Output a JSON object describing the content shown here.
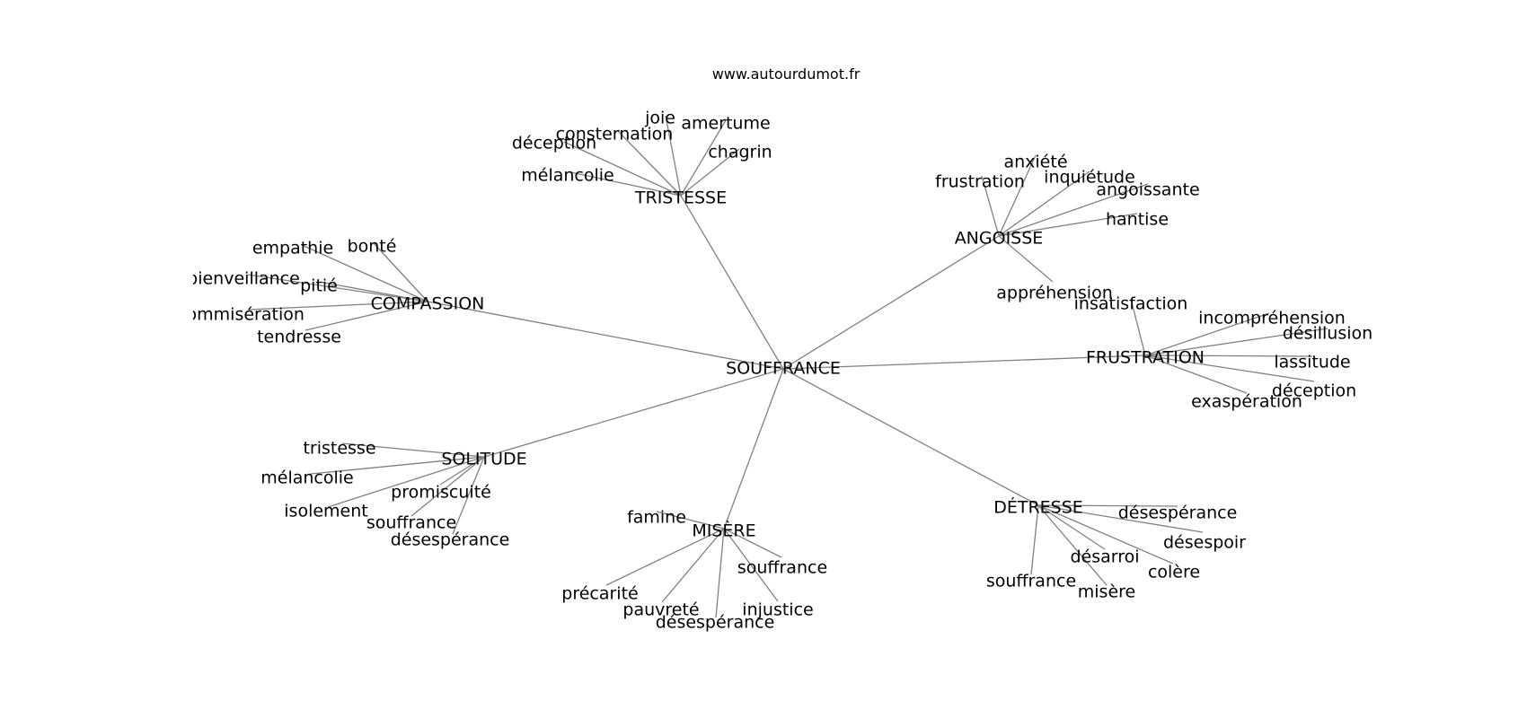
{
  "source_label": "www.autourdumot.fr",
  "colors": {
    "edge": "#808080",
    "text": "#000000",
    "background": "#ffffff"
  },
  "graph": {
    "center": "SOUFFRANCE",
    "clusters": [
      {
        "label": "TRISTESSE",
        "words": [
          "joie",
          "amertume",
          "consternation",
          "déception",
          "chagrin",
          "mélancolie"
        ]
      },
      {
        "label": "ANGOISSE",
        "words": [
          "anxiété",
          "frustration",
          "inquiétude",
          "angoissante",
          "hantise",
          "appréhension"
        ]
      },
      {
        "label": "COMPASSION",
        "words": [
          "empathie",
          "bonté",
          "bienveillance",
          "pitié",
          "commisération",
          "tendresse"
        ]
      },
      {
        "label": "FRUSTRATION",
        "words": [
          "insatisfaction",
          "incompréhension",
          "désillusion",
          "lassitude",
          "déception",
          "exaspération"
        ]
      },
      {
        "label": "SOLITUDE",
        "words": [
          "tristesse",
          "mélancolie",
          "promiscuité",
          "isolement",
          "souffrance",
          "désespérance"
        ]
      },
      {
        "label": "MISÈRE",
        "words": [
          "famine",
          "souffrance",
          "précarité",
          "injustice",
          "pauvreté",
          "désespérance"
        ]
      },
      {
        "label": "DÉTRESSE",
        "words": [
          "désespérance",
          "désespoir",
          "désarroi",
          "colère",
          "souffrance",
          "misère"
        ]
      }
    ]
  }
}
